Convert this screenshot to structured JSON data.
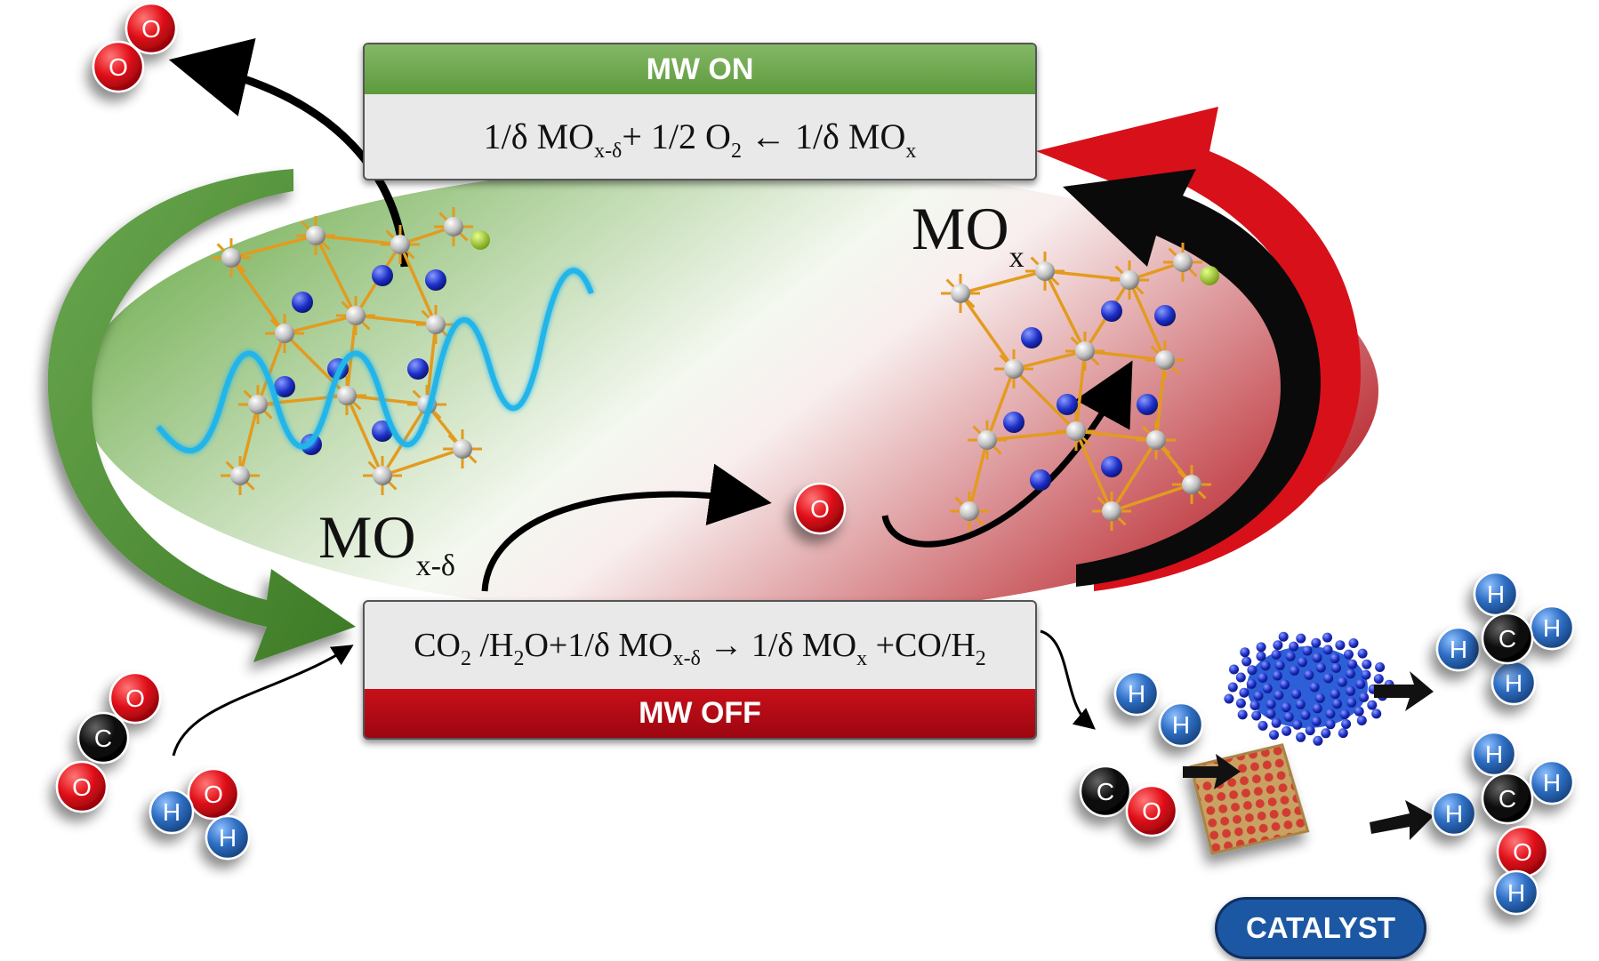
{
  "top_box": {
    "header": "MW ON",
    "equation": {
      "p1": "1/δ MO",
      "s1": "x-δ",
      "p2": "+ 1/2 O",
      "s2": "2",
      "p3": " ← 1/δ MO",
      "s3": "x"
    }
  },
  "bottom_box": {
    "footer": "MW OFF",
    "equation": {
      "p1": "CO",
      "s1": "2",
      "p2": " /H",
      "s2": "2",
      "p3": "O+1/δ MO",
      "s3": "x-δ",
      "p4": " → 1/δ MO",
      "s4": "x",
      "p5": " +CO/H",
      "s5": "2"
    }
  },
  "labels": {
    "reduced_oxide": {
      "main": "MO",
      "sub": "x-δ"
    },
    "oxidized_oxide": {
      "main": "MO",
      "sub": "x"
    },
    "catalyst": "CATALYST"
  },
  "atoms": {
    "oxygen": "O",
    "carbon": "C",
    "hydrogen": "H"
  },
  "colors": {
    "mw_on": "#6aa84f",
    "mw_off": "#b00a12",
    "oxygen": "#e3121b",
    "carbon": "#111111",
    "hydrogen": "#2f6fc4",
    "microwave": "#22b5ea",
    "catalyst": "#1c57a4"
  }
}
